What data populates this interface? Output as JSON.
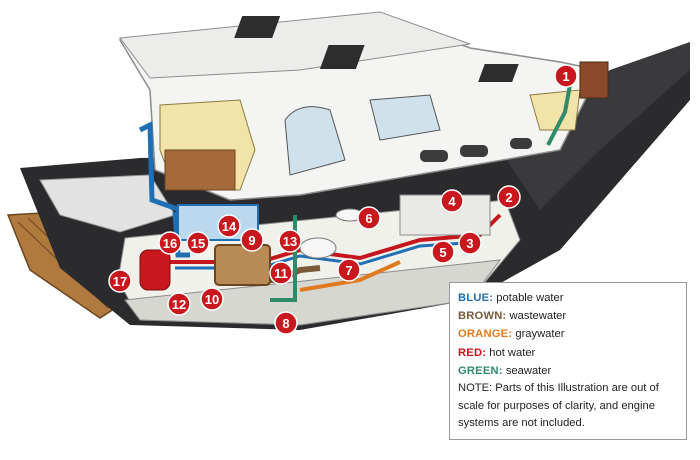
{
  "legend": {
    "items": [
      {
        "key": "BLUE:",
        "desc": "potable water",
        "color": "#1f6fb5"
      },
      {
        "key": "BROWN:",
        "desc": "wastewater",
        "color": "#7a5a3a"
      },
      {
        "key": "ORANGE:",
        "desc": "graywater",
        "color": "#e07a1f"
      },
      {
        "key": "RED:",
        "desc": "hot water",
        "color": "#c4161c"
      },
      {
        "key": "GREEN:",
        "desc": "seawater",
        "color": "#2f8a6a"
      }
    ],
    "note": "NOTE: Parts of this Illustration are out of scale for purposes of clarity, and engine systems are not included."
  },
  "markers": [
    {
      "label": "1"
    },
    {
      "label": "2"
    },
    {
      "label": "3"
    },
    {
      "label": "4"
    },
    {
      "label": "5"
    },
    {
      "label": "6"
    },
    {
      "label": "7"
    },
    {
      "label": "8"
    },
    {
      "label": "9"
    },
    {
      "label": "10"
    },
    {
      "label": "11"
    },
    {
      "label": "12"
    },
    {
      "label": "13"
    },
    {
      "label": "14"
    },
    {
      "label": "15"
    },
    {
      "label": "16"
    },
    {
      "label": "17"
    }
  ],
  "colors": {
    "marker_fill": "#c8171d",
    "hull_dark": "#2b2b2e",
    "potable": "#1f6fb5",
    "waste": "#7a5a3a",
    "gray": "#e07a1f",
    "hot": "#c4161c",
    "sea": "#2f8a6a"
  }
}
